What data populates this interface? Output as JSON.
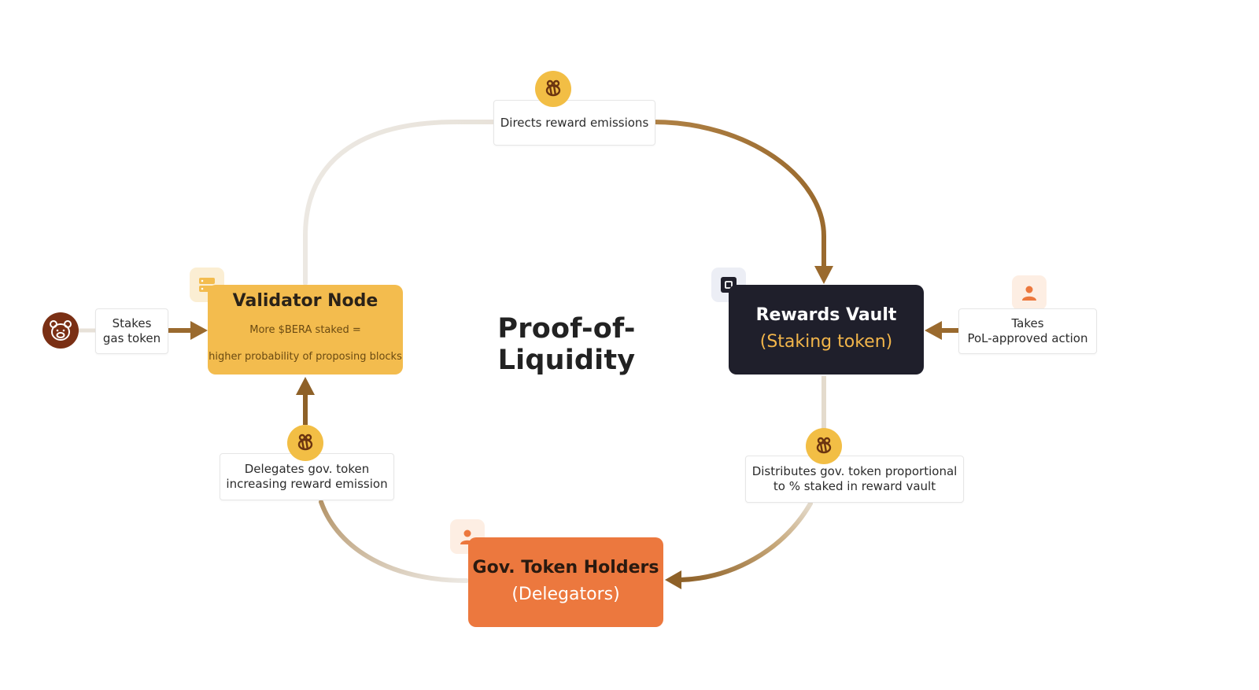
{
  "diagram": {
    "title": "Proof-of-Liquidity",
    "nodes": {
      "validator": {
        "title": "Validator Node",
        "line1": "More $BERA staked =",
        "line2": "higher probability of proposing blocks"
      },
      "vault": {
        "title": "Rewards Vault",
        "subtitle": "(Staking token)"
      },
      "holders": {
        "title": "Gov. Token Holders",
        "subtitle": "(Delegators)"
      }
    },
    "labels": {
      "directs": "Directs reward emissions",
      "stakes_1": "Stakes",
      "stakes_2": "gas token",
      "takes_1": "Takes",
      "takes_2": "PoL-approved action",
      "delegates_1": "Delegates gov. token",
      "delegates_2": "increasing reward emission",
      "distributes_1": "Distributes gov. token proportional",
      "distributes_2": "to % staked in reward vault"
    },
    "icons": {
      "bee": "bee-token-icon",
      "server": "server-icon",
      "vault": "vault-icon",
      "user": "user-icon",
      "bear": "bear-logo-icon"
    },
    "colors": {
      "validator": "#f3bc4e",
      "vault": "#1f1f2b",
      "holders": "#ec783e",
      "arrow": "#9a6a2e",
      "arrow_faded": "#e7e1d8",
      "bee": "#f2be45",
      "vault_accent": "#f2b54a"
    }
  }
}
